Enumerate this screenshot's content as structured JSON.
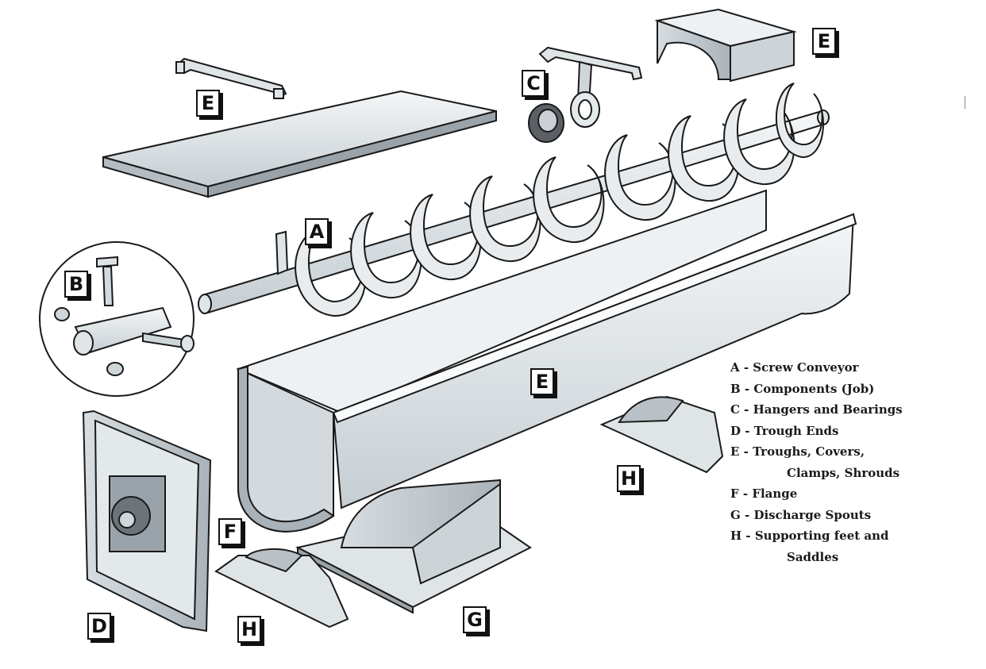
{
  "labels": {
    "a": "A",
    "b": "B",
    "c": "C",
    "d": "D",
    "e_top_left": "E",
    "e_top_right": "E",
    "e_trough": "E",
    "f": "F",
    "g": "G",
    "h_left": "H",
    "h_right": "H"
  },
  "legend": [
    "A - Screw Conveyor",
    "B - Components (Job)",
    "C - Hangers and Bearings",
    "D - Trough Ends",
    "E - Troughs, Covers,",
    "Clamps, Shrouds",
    "F - Flange",
    "G - Discharge Spouts",
    "H - Supporting feet and",
    "Saddles"
  ],
  "colors": {
    "outline": "#1a1a1a",
    "metal_light": "#e4e9ec",
    "metal_mid": "#c3cbd0",
    "metal_dark": "#8f999f"
  }
}
